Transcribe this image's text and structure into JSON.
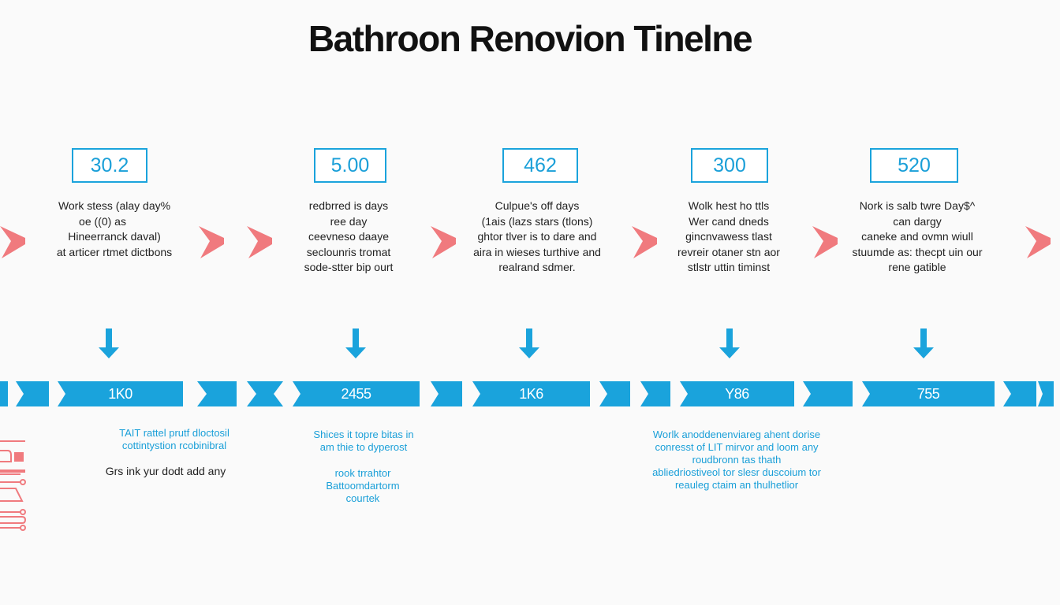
{
  "title": "Bathroon Renovion Tinelne",
  "colors": {
    "accent_blue": "#1aa3dc",
    "chevron_pink": "#f07a7e",
    "text_dark": "#222222",
    "background": "#fafafa"
  },
  "stages": [
    {
      "value": "30.2",
      "description": [
        "Work stess (alay day%",
        "oe  ((0) as",
        "Hineerranck daval)",
        "at articer rtmet dictbons"
      ]
    },
    {
      "value": "5.00",
      "description": [
        "redbrred is days",
        "ree day",
        "ceevneso daaye",
        "seclounris tromat",
        "sode-stter bip ourt"
      ]
    },
    {
      "value": "462",
      "description": [
        "Culpue's off days",
        "(1ais (lazs stars (tlons)",
        "ghtor tlver is to dare and",
        "aira in wieses turthive and",
        "realrand sdmer."
      ]
    },
    {
      "value": "300",
      "description": [
        "Wolk hest ho ttls",
        "Wer cand dneds",
        "gincnvawess tlast",
        "revreir otaner stn aor",
        "stlstr uttin timinst"
      ]
    },
    {
      "value": "520",
      "description": [
        "Nork is salb twre Day$^",
        "can dargy",
        "caneke and ovmn wiull",
        "stuumde as: thecpt uin our",
        "rene gatible"
      ]
    }
  ],
  "timeline": {
    "segments": [
      "1K0",
      "2455",
      "1K6",
      "Y86",
      "755"
    ]
  },
  "notes": [
    {
      "id": "note-1",
      "lines": [
        "TAIT rattel prutf dloctosil",
        "cottintystion rcobinibral"
      ]
    },
    {
      "id": "note-1b",
      "lines": [
        "Grs ink yur dodt add any"
      ]
    },
    {
      "id": "note-2",
      "lines": [
        "Shices it topre bitas in",
        "am thie to dyperost"
      ]
    },
    {
      "id": "note-2b",
      "lines": [
        "rook trrahtor",
        "Battoomdartorm",
        "courtek"
      ]
    },
    {
      "id": "note-4",
      "lines": [
        "Worlk anoddenenviareg ahent dorise",
        "conresst of LIT mirvor and loom any",
        "roudbronn tas thath",
        "abliedriostiveol tor slesr duscoium tor",
        "reauleg ctaim an thulhetlior"
      ]
    }
  ],
  "icons": {
    "stage_separator": "chevron-right-icon",
    "stage_marker": "arrow-down-icon",
    "side_decoration": "ruler-scale-icon"
  }
}
